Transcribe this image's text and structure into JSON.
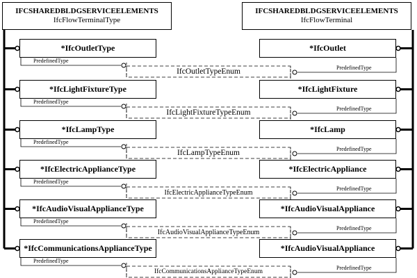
{
  "header_left": {
    "line1": "IFCSHAREDBLDGSERVICEELEMENTS",
    "line2": "IfcFlowTerminalType"
  },
  "header_right": {
    "line1": "IFCSHAREDBLDGSERVICEELEMENTS",
    "line2": "IfcFlowTerminal"
  },
  "attribute_label": "PredefinedType",
  "rows": [
    {
      "type": "*IfcOutletType",
      "entity": "*IfcOutlet",
      "enum": "IfcOutletTypeEnum"
    },
    {
      "type": "*IfcLightFixtureType",
      "entity": "*IfcLightFixture",
      "enum": "IfcLightFixtureTypeEnum"
    },
    {
      "type": "*IfcLampType",
      "entity": "*IfcLamp",
      "enum": "IfcLampTypeEnum"
    },
    {
      "type": "*IfcElectricApplianceType",
      "entity": "*IfcElectricAppliance",
      "enum": "IfcElectricApplianceTypeEnum"
    },
    {
      "type": "*IfcAudioVisualApplianceType",
      "entity": "*IfcAudioVisualAppliance",
      "enum": "IfcAudioVisualApplianceTypeEnum"
    },
    {
      "type": "*IfcCommunicationsApplianceType",
      "entity": "*IfcAudioVisualAppliance",
      "enum": "IfcCommunicationsApplianceTypeEnum"
    }
  ]
}
